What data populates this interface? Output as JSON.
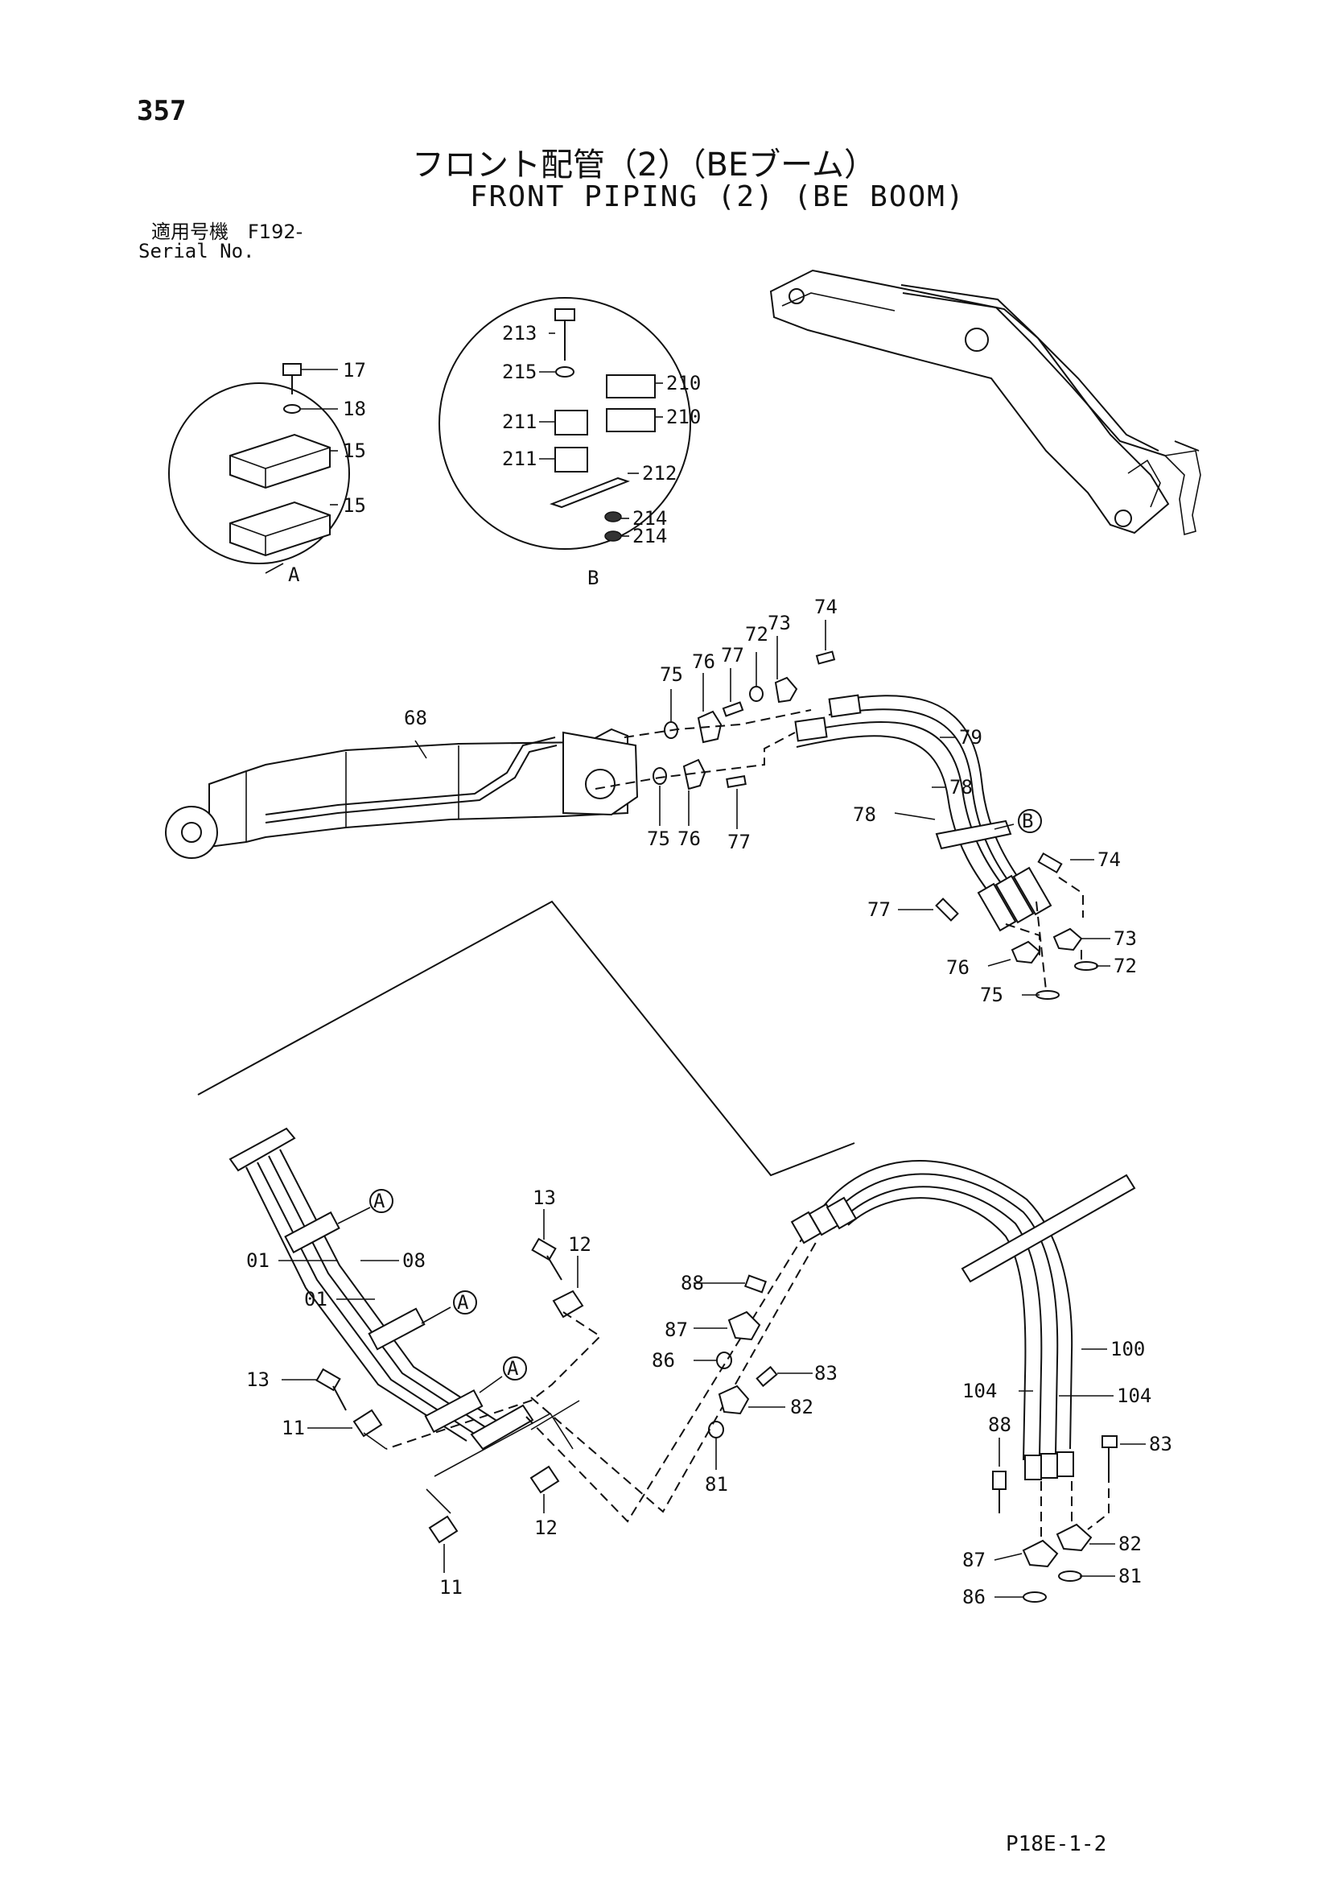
{
  "header": {
    "page_number": "357",
    "title_jp": "フロント配管（2）（BEブーム）",
    "title_en": "FRONT PIPING (2) (BE BOOM)",
    "serial_label_jp": "適用号機　F192-",
    "serial_label_en": "Serial No."
  },
  "detail_views": {
    "A": {
      "label": "A",
      "callouts": [
        "17",
        "18",
        "15",
        "15"
      ]
    },
    "B": {
      "label": "B",
      "callouts": [
        "213",
        "215",
        "210",
        "211",
        "210",
        "211",
        "212",
        "214",
        "214"
      ]
    }
  },
  "upper_assembly": {
    "callouts": [
      "68",
      "75",
      "76",
      "77",
      "72",
      "73",
      "74",
      "79",
      "78",
      "78",
      "B",
      "75",
      "76",
      "77",
      "74",
      "77",
      "73",
      "76",
      "72",
      "75"
    ]
  },
  "lower_assembly": {
    "callouts": [
      "A",
      "01",
      "08",
      "01",
      "A",
      "A",
      "13",
      "12",
      "13",
      "11",
      "11",
      "12",
      "88",
      "87",
      "86",
      "83",
      "82",
      "81",
      "100",
      "104",
      "104",
      "88",
      "83",
      "87",
      "82",
      "86",
      "81"
    ]
  },
  "footer": {
    "code": "P18E-1-2"
  }
}
